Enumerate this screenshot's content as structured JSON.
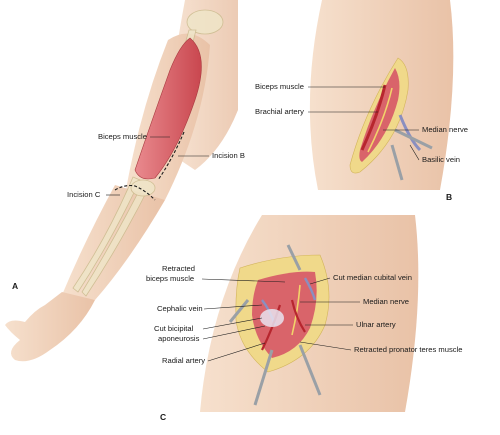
{
  "panels": {
    "a": "A",
    "b": "B",
    "c": "C"
  },
  "labels_a": {
    "biceps": "Biceps muscle",
    "incision_b": "Incision B",
    "incision_c": "Incision C"
  },
  "labels_b": {
    "biceps": "Biceps muscle",
    "brachial_artery": "Brachial artery",
    "median_nerve": "Median nerve",
    "basilic_vein": "Basilic vein"
  },
  "labels_c": {
    "retracted_biceps_line1": "Retracted",
    "retracted_biceps_line2": "biceps muscle",
    "cephalic_vein": "Cephalic vein",
    "cut_bicipital_line1": "Cut bicipital",
    "cut_bicipital_line2": "aponeurosis",
    "radial_artery": "Radial artery",
    "cut_median_cubital_vein": "Cut median cubital vein",
    "median_nerve": "Median nerve",
    "ulnar_artery": "Ulnar artery",
    "retracted_pronator_teres": "Retracted pronator teres muscle"
  },
  "colors": {
    "skin": "#f3d8c2",
    "skin_shadow": "#e2b89c",
    "muscle": "#d9646a",
    "artery": "#c8343c",
    "vein": "#8a8fc0",
    "nerve": "#f2d36a",
    "fat": "#f0d98a",
    "bone": "#efe6c8",
    "retractor": "#9aa0a6"
  }
}
